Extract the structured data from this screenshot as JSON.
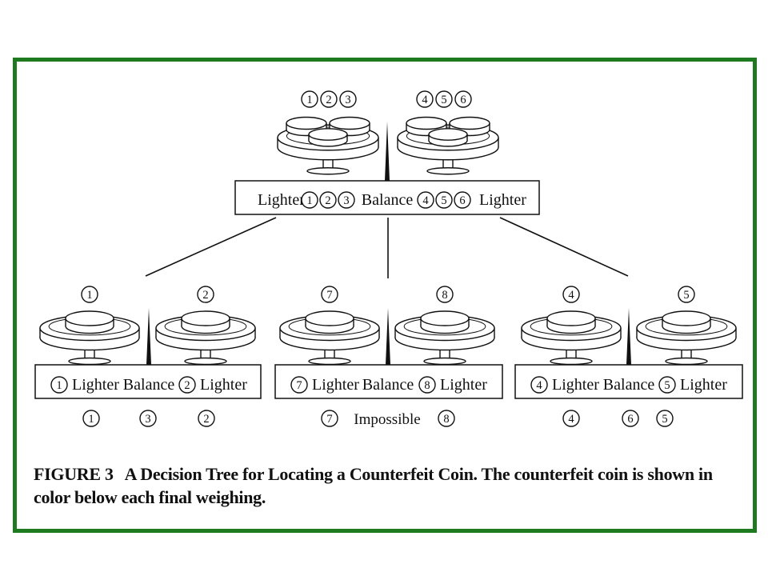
{
  "colors": {
    "frame": "#1e7a1e",
    "ink": "#111111"
  },
  "top": {
    "left_coins": [
      "1",
      "2",
      "3"
    ],
    "right_coins": [
      "4",
      "5",
      "6"
    ],
    "result": {
      "left_label": "Lighter",
      "left_coins": [
        "1",
        "2",
        "3"
      ],
      "middle": "Balance",
      "right_coins": [
        "4",
        "5",
        "6"
      ],
      "right_label": "Lighter"
    }
  },
  "branches": [
    {
      "left_coin": "1",
      "right_coin": "2",
      "result": {
        "left_coin": "1",
        "left_label": "Lighter",
        "middle": "Balance",
        "right_coin": "2",
        "right_label": "Lighter"
      },
      "outcomes": {
        "left": "1",
        "middle": "3",
        "right": "2"
      }
    },
    {
      "left_coin": "7",
      "right_coin": "8",
      "result": {
        "left_coin": "7",
        "left_label": "Lighter",
        "middle": "Balance",
        "right_coin": "8",
        "right_label": "Lighter"
      },
      "outcomes": {
        "left": "7",
        "middle": "Impossible",
        "right": "8"
      }
    },
    {
      "left_coin": "4",
      "right_coin": "5",
      "result": {
        "left_coin": "4",
        "left_label": "Lighter",
        "middle": "Balance",
        "right_coin": "5",
        "right_label": "Lighter"
      },
      "outcomes": {
        "left": "4",
        "middle": "6",
        "right": "5"
      }
    }
  ],
  "caption": {
    "figure": "FIGURE 3",
    "text": "A Decision Tree for Locating a Counterfeit Coin. The counterfeit coin is shown in color below each final weighing."
  }
}
